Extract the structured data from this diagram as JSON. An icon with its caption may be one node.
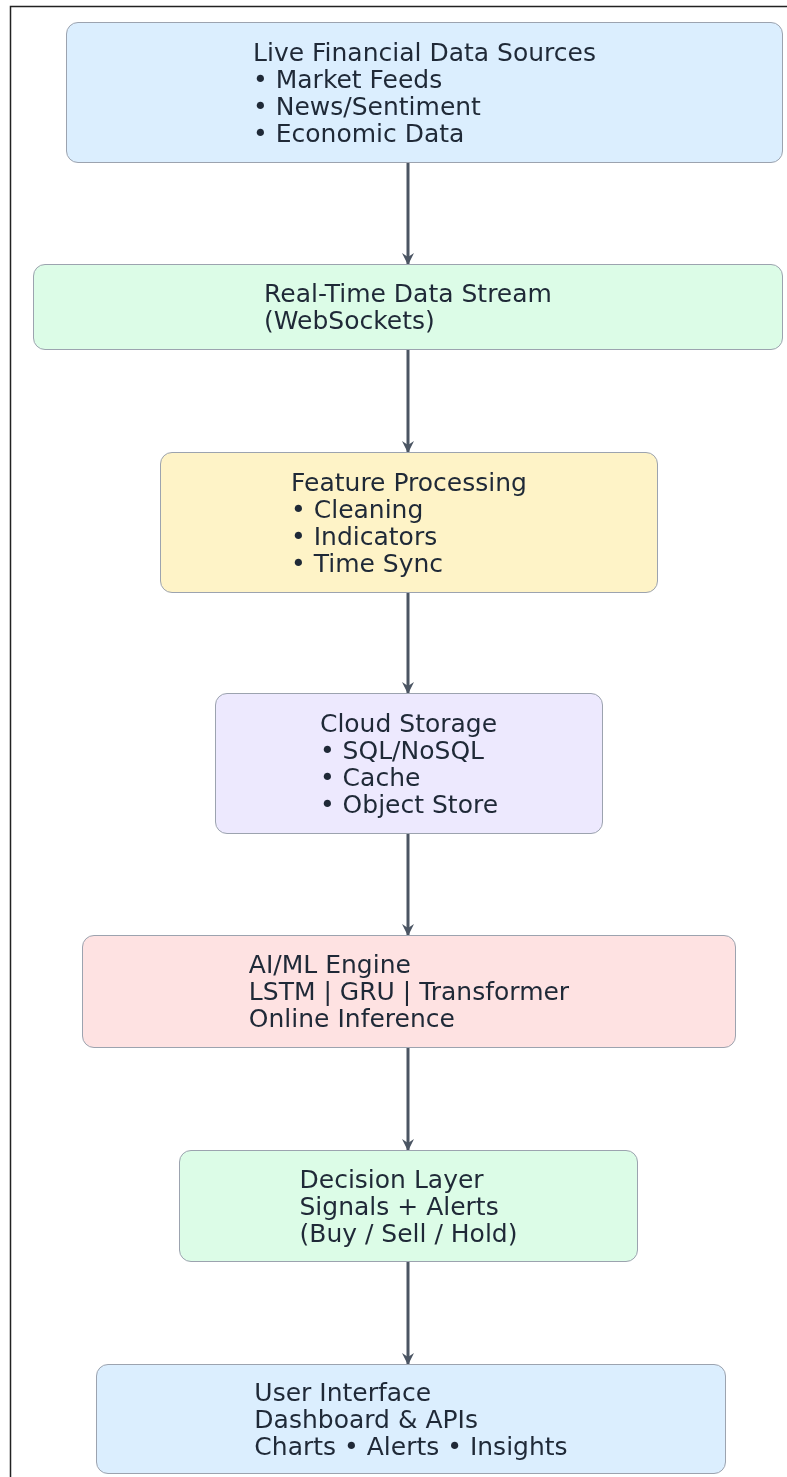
{
  "diagram": {
    "nodes": [
      {
        "text": [
          "Live Financial Data Sources",
          "• Market Feeds",
          "• News/Sentiment",
          "• Economic Data"
        ]
      },
      {
        "text": [
          "Real-Time Data Stream",
          "(WebSockets)"
        ]
      },
      {
        "text": [
          "Feature Processing",
          "• Cleaning",
          "• Indicators",
          "• Time Sync"
        ]
      },
      {
        "text": [
          "Cloud Storage",
          "• SQL/NoSQL",
          "• Cache",
          "• Object Store"
        ]
      },
      {
        "text": [
          "AI/ML Engine",
          "LSTM | GRU | Transformer",
          "Online Inference"
        ]
      },
      {
        "text": [
          "Decision Layer",
          "Signals + Alerts",
          "(Buy / Sell / Hold)"
        ]
      },
      {
        "text": [
          "User Interface",
          "Dashboard & APIs",
          "Charts • Alerts • Insights"
        ]
      }
    ],
    "edges": [
      {
        "from": 0,
        "to": 1,
        "arrow": "to"
      },
      {
        "from": 1,
        "to": 2,
        "arrow": "to"
      },
      {
        "from": 2,
        "to": 3,
        "arrow": "to"
      },
      {
        "from": 3,
        "to": 4,
        "arrow": "to"
      },
      {
        "from": 4,
        "to": 5,
        "arrow": "to"
      },
      {
        "from": 5,
        "to": 6,
        "arrow": "to"
      }
    ]
  }
}
